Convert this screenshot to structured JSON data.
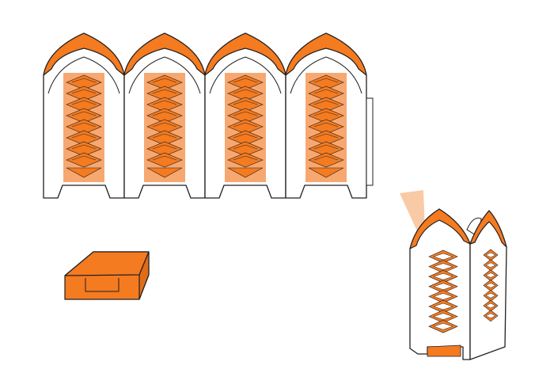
{
  "figure": {
    "colors": {
      "orange": "#f47b20",
      "panel_light": "#f7a870",
      "light_beam": "#f9caa6",
      "outline": "#231f20",
      "paper": "#ffffff"
    },
    "parts": [
      {
        "id": "flat-template",
        "panels": 4,
        "diamonds_per_panel": 8,
        "has_side_tab": true
      },
      {
        "id": "base-box"
      },
      {
        "id": "assembled-lantern",
        "front_diamonds": 8,
        "side_diamonds": 7,
        "has_light_beam": true
      }
    ]
  }
}
